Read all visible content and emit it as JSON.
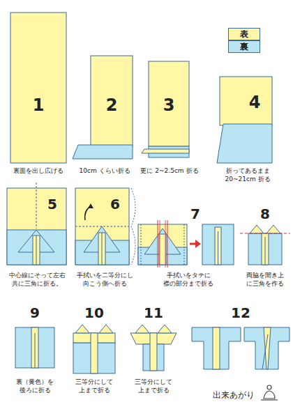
{
  "diagram": {
    "labels": [
      "1",
      "裏面を出し広げる",
      "2",
      "10cm くらい折る",
      "3",
      "更に 2~2.5cm 折る",
      "4",
      "折ってあるまま 20~21cm 折る",
      "5",
      "中心線にそって左右 共に三角に折る。",
      "6",
      "手拭いを二等分にし 向こう側へ折る",
      "7",
      "手拭いをタテに 襟の部分まで折る",
      "8",
      "両脇を開き上 に三角を作る",
      "9",
      "裏（黄色）を 後ろに折る",
      "10",
      "三等分にして 上まで折る",
      "11",
      "三等分にして 上まで折る",
      "12",
      "出来あがり"
    ],
    "legend": [
      {
        "text": "表",
        "color": "#fff6a6"
      },
      {
        "text": "裏",
        "color": "#b9e4f3"
      }
    ]
  }
}
